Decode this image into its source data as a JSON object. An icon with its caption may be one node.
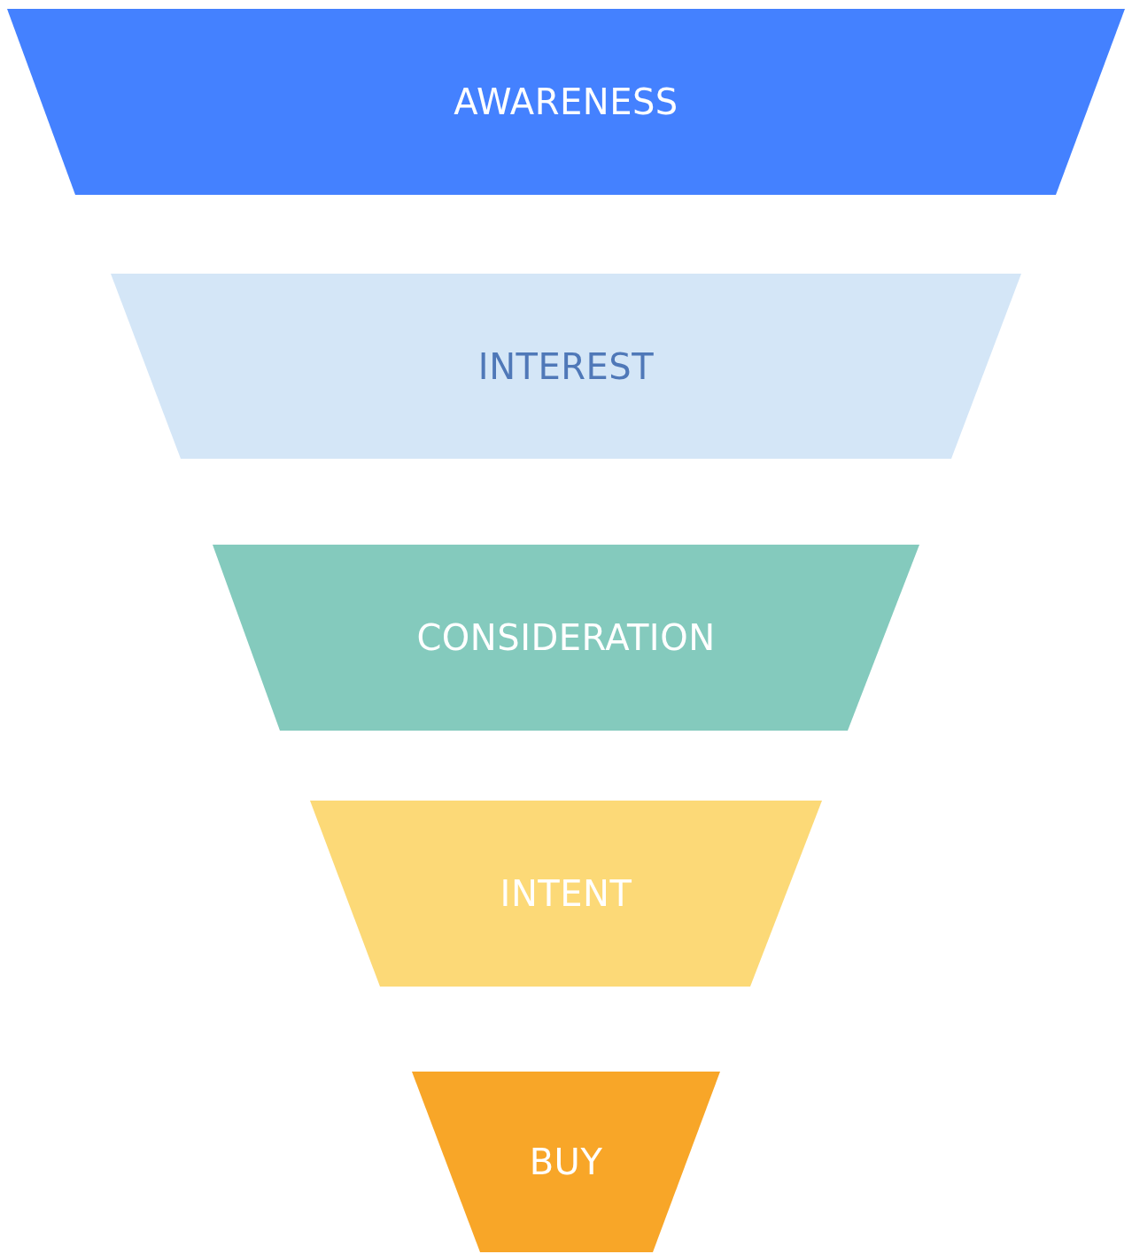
{
  "diagram": {
    "nodes": [
      {
        "text": [
          "AWARENESS"
        ]
      },
      {
        "text": [
          "INTEREST"
        ]
      },
      {
        "text": [
          "CONSIDERATION"
        ]
      },
      {
        "text": [
          "INTENT"
        ]
      },
      {
        "text": [
          "BUY"
        ]
      }
    ]
  }
}
